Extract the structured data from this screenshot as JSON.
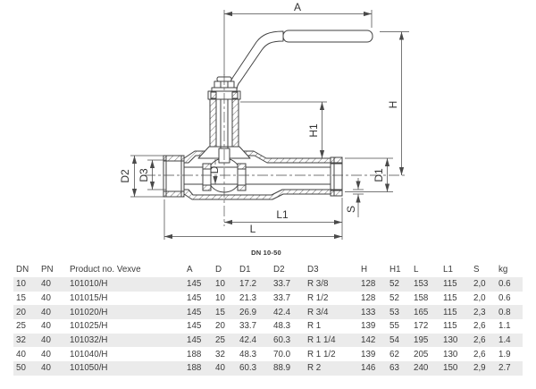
{
  "diagram": {
    "labels": {
      "a": "A",
      "h": "H",
      "h1": "H1",
      "d": "D",
      "d1": "D1",
      "d2": "D2",
      "d3": "D3",
      "l": "L",
      "l1": "L1",
      "s": "S"
    },
    "note": "DN 10-50"
  },
  "colors": {
    "line": "#424242",
    "dim": "#4a4a4a",
    "stripe": "#ebebeb",
    "text": "#3b3b3b"
  },
  "table": {
    "headers": [
      "DN",
      "PN",
      "Product no. Vexve",
      "A",
      "D",
      "D1",
      "D2",
      "D3",
      "H",
      "H1",
      "L",
      "L1",
      "S",
      "kg"
    ],
    "rows": [
      [
        "10",
        "40",
        "101010/H",
        "145",
        "10",
        "17.2",
        "33.7",
        "R 3/8",
        "128",
        "52",
        "153",
        "115",
        "2,0",
        "0.6"
      ],
      [
        "15",
        "40",
        "101015/H",
        "145",
        "10",
        "21.3",
        "33.7",
        "R 1/2",
        "128",
        "52",
        "158",
        "115",
        "2,0",
        "0.6"
      ],
      [
        "20",
        "40",
        "101020/H",
        "145",
        "15",
        "26.9",
        "42.4",
        "R 3/4",
        "133",
        "53",
        "165",
        "115",
        "2,3",
        "0.8"
      ],
      [
        "25",
        "40",
        "101025/H",
        "145",
        "20",
        "33.7",
        "48.3",
        "R 1",
        "139",
        "55",
        "172",
        "115",
        "2,6",
        "1.1"
      ],
      [
        "32",
        "40",
        "101032/H",
        "145",
        "25",
        "42.4",
        "60.3",
        "R 1 1/4",
        "142",
        "54",
        "195",
        "130",
        "2,6",
        "1.4"
      ],
      [
        "40",
        "40",
        "101040/H",
        "188",
        "32",
        "48.3",
        "70.0",
        "R 1 1/2",
        "139",
        "62",
        "205",
        "130",
        "2,6",
        "1.9"
      ],
      [
        "50",
        "40",
        "101050/H",
        "188",
        "40",
        "60.3",
        "88.9",
        "R 2",
        "146",
        "63",
        "240",
        "150",
        "2,9",
        "2.7"
      ]
    ]
  }
}
